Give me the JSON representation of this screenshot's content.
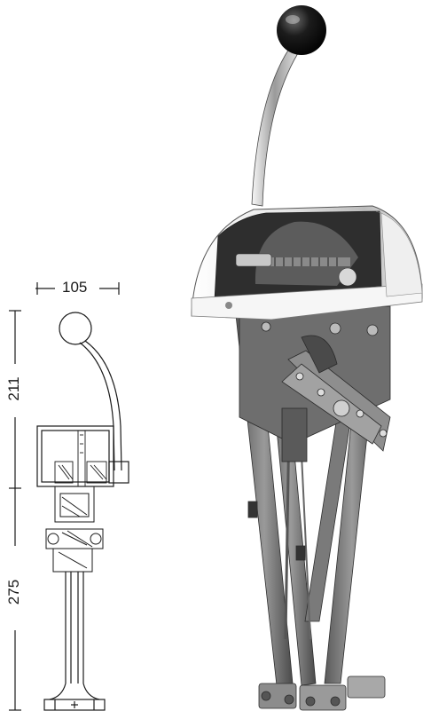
{
  "dimensions": {
    "width_label": "105",
    "upper_height_label": "211",
    "lower_height_label": "275"
  },
  "colors": {
    "line": "#1a1a1a",
    "chrome_light": "#f4f4f4",
    "chrome_mid": "#cfcfcf",
    "metal_dark": "#3c3c3c",
    "metal_mid": "#8a8a8a",
    "knob": "#111111"
  }
}
